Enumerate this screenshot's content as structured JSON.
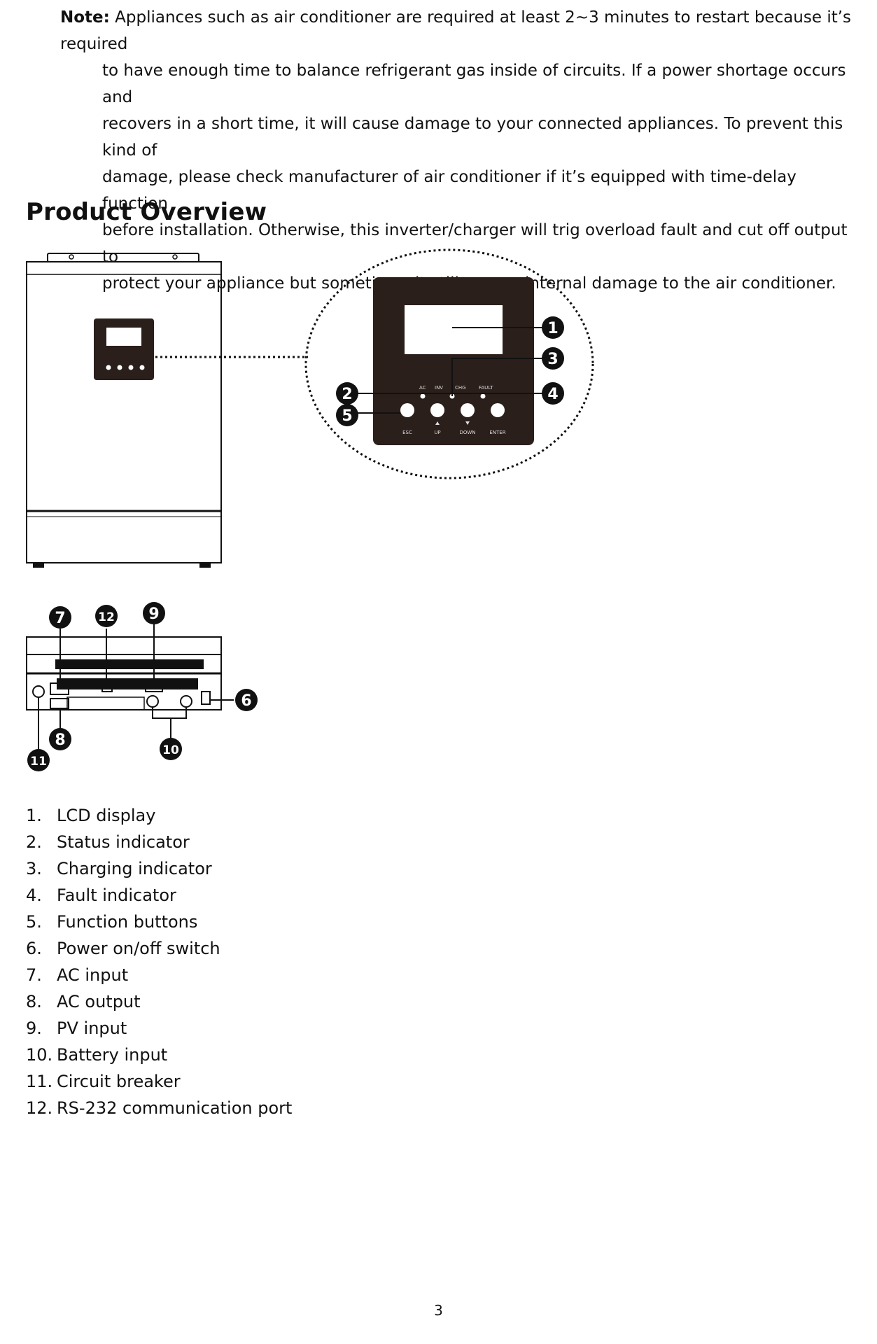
{
  "note": {
    "label": "Note:",
    "lines": [
      "Appliances such as air conditioner are required at least 2~3 minutes to restart because it’s required",
      "to have enough time to balance refrigerant gas inside of circuits.   If a power shortage occurs and",
      "recovers in a short time, it will cause damage to your connected appliances. To prevent this kind of",
      "damage, please check manufacturer of air conditioner if it’s equipped with time-delay function",
      "before installation. Otherwise, this inverter/charger will trig overload fault and cut off output to",
      "protect your appliance but sometimes it still causes internal damage to the air conditioner."
    ]
  },
  "heading": "Product Overview",
  "panel": {
    "indicators": [
      "AC",
      "INV",
      "CHG",
      "FAULT"
    ],
    "buttons": [
      "ESC",
      "UP",
      "DOWN",
      "ENTER"
    ],
    "button_icons": [
      "return-arrow-icon",
      "up-triangle-icon",
      "down-triangle-icon",
      "enter-arrow-icon"
    ]
  },
  "callouts": [
    "1",
    "2",
    "3",
    "4",
    "5",
    "6",
    "7",
    "8",
    "9",
    "10",
    "11",
    "12"
  ],
  "parts": [
    {
      "num": "1.",
      "label": "LCD display"
    },
    {
      "num": "2.",
      "label": "Status indicator"
    },
    {
      "num": "3.",
      "label": "Charging indicator"
    },
    {
      "num": "4.",
      "label": "Fault indicator"
    },
    {
      "num": "5.",
      "label": "Function buttons"
    },
    {
      "num": "6.",
      "label": "Power on/off switch"
    },
    {
      "num": "7.",
      "label": "AC input"
    },
    {
      "num": "8.",
      "label": "AC output"
    },
    {
      "num": "9.",
      "label": "PV input"
    },
    {
      "num": "10.",
      "label": "Battery input"
    },
    {
      "num": "11.",
      "label": "Circuit breaker"
    },
    {
      "num": "12.",
      "label": "RS-232 communication port"
    }
  ],
  "page_number": "3",
  "colors": {
    "panel": "#2b1f1b",
    "line": "#111111",
    "callout": "#111111"
  }
}
